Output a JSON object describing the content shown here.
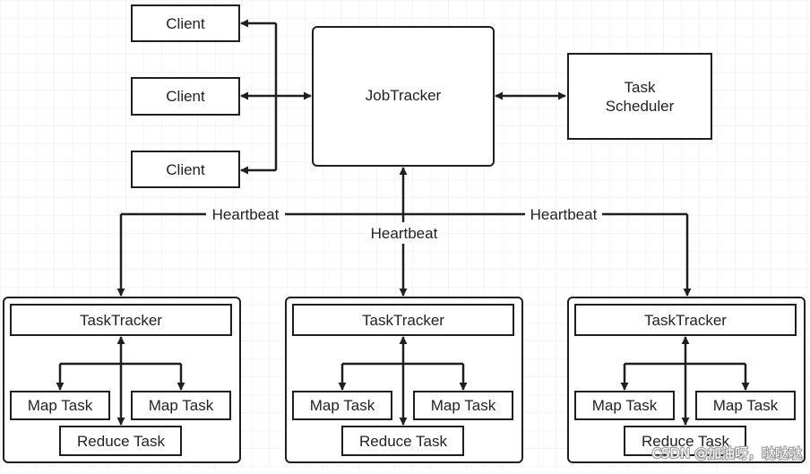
{
  "clients": [
    "Client",
    "Client",
    "Client"
  ],
  "job_tracker": "JobTracker",
  "task_scheduler": [
    "Task",
    "Scheduler"
  ],
  "heartbeat_left": "Heartbeat",
  "heartbeat_center": "Heartbeat",
  "heartbeat_right": "Heartbeat",
  "nodes": [
    {
      "tracker": "TaskTracker",
      "map_a": "Map Task",
      "map_b": "Map Task",
      "reduce": "Reduce Task"
    },
    {
      "tracker": "TaskTracker",
      "map_a": "Map Task",
      "map_b": "Map Task",
      "reduce": "Reduce Task"
    },
    {
      "tracker": "TaskTracker",
      "map_a": "Map Task",
      "map_b": "Map Task",
      "reduce": "Reduce Task"
    }
  ],
  "watermark": "CSDN @加油呀，哒哒哒",
  "colors": {
    "grid": "#ededed",
    "stroke": "#1f1f1f",
    "background": "#ffffff"
  }
}
